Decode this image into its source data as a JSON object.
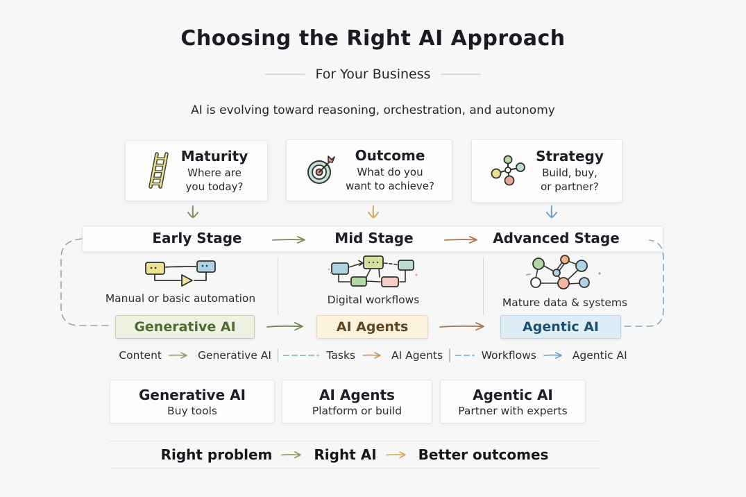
{
  "header": {
    "title": "Choosing the Right AI Approach",
    "subtitle": "For Your Business",
    "tagline": "AI is evolving toward reasoning, orchestration, and autonomy"
  },
  "factors": [
    {
      "icon": "ladder-icon",
      "title": "Maturity",
      "line1": "Where are",
      "line2": "you today?"
    },
    {
      "icon": "target-icon",
      "title": "Outcome",
      "line1": "What do you",
      "line2": "want to achieve?"
    },
    {
      "icon": "org-network-icon",
      "title": "Strategy",
      "line1": "Build, buy,",
      "line2": "or partner?"
    }
  ],
  "stages": {
    "early": "Early Stage",
    "mid": "Mid Stage",
    "advanced": "Advanced Stage"
  },
  "columns": [
    {
      "icon": "automation-flow-icon",
      "caption": "Manual or basic automation",
      "badge": "Generative AI"
    },
    {
      "icon": "workflow-diagram-icon",
      "caption": "Digital workflows",
      "badge": "AI Agents"
    },
    {
      "icon": "data-network-icon",
      "caption": "Mature data & systems",
      "badge": "Agentic AI"
    }
  ],
  "mapping": [
    {
      "from": "Content",
      "to": "Generative AI"
    },
    {
      "from": "Tasks",
      "to": "AI Agents"
    },
    {
      "from": "Workflows",
      "to": "Agentic AI"
    }
  ],
  "recommendations": [
    {
      "title": "Generative AI",
      "subtitle": "Buy tools"
    },
    {
      "title": "AI Agents",
      "subtitle": "Platform or build"
    },
    {
      "title": "Agentic AI",
      "subtitle": "Partner with experts"
    }
  ],
  "footer": {
    "part1": "Right problem",
    "part2": "Right AI",
    "part3": "Better outcomes"
  },
  "colors": {
    "background": "#f7f7f8",
    "text_primary": "#1b1b25",
    "arrow_olive": "#7e9055",
    "arrow_gold": "#d6a453",
    "arrow_blue": "#66a0c7",
    "arrow_green": "#6f8a48",
    "arrow_brown": "#ac7a4e",
    "badge_generative_bg": "#edf2e3",
    "badge_generative_text": "#4e6a33",
    "badge_agents_bg": "#fbf3de",
    "badge_agents_text": "#5f4426",
    "badge_agentic_bg": "#dfedf7",
    "badge_agentic_text": "#1f4f70",
    "connector_left": "#9aa78f",
    "connector_right": "#7ea9c9"
  }
}
